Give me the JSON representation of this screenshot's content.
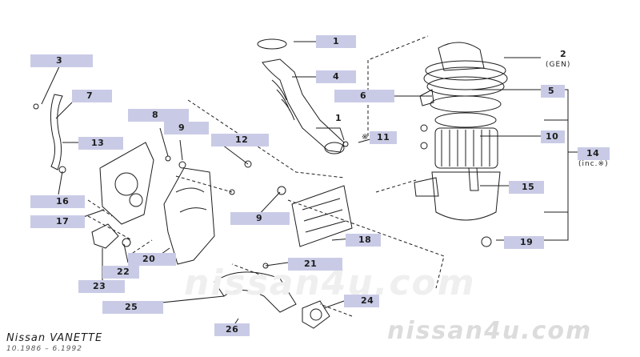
{
  "diagram": {
    "footer": {
      "model": "Nissan VANETTE",
      "dates": "10.1986 – 6.1992"
    },
    "watermark": {
      "center": "nissan4u.com",
      "corner": "nissan4u.com"
    },
    "notes": {
      "gen": "(GEN)",
      "inc": "(inc.※)",
      "star": "※"
    },
    "callouts": {
      "p1a": "1",
      "p1b": "1",
      "p2": "2",
      "p3": "3",
      "p4": "4",
      "p5": "5",
      "p6": "6",
      "p7": "7",
      "p8": "8",
      "p9a": "9",
      "p9b": "9",
      "p10": "10",
      "p11": "11",
      "p12": "12",
      "p13": "13",
      "p14": "14",
      "p15": "15",
      "p16": "16",
      "p17": "17",
      "p18": "18",
      "p19": "19",
      "p20": "20",
      "p21": "21",
      "p22": "22",
      "p23": "23",
      "p24": "24",
      "p25": "25",
      "p26": "26"
    },
    "colors": {
      "callout_fill": "#c9cbe6",
      "line": "#1d1d1d",
      "background": "#ffffff"
    }
  }
}
